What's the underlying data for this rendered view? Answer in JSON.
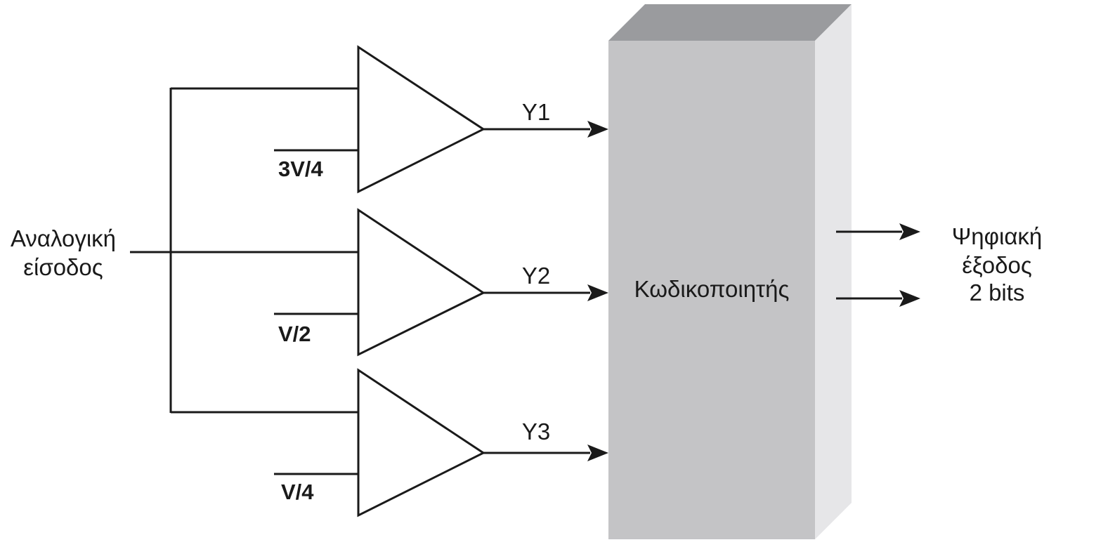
{
  "input": {
    "line1": "Αναλογική",
    "line2": "είσοδος"
  },
  "comparators": [
    {
      "reference": "3V/4",
      "output": "Y1"
    },
    {
      "reference": "V/2",
      "output": "Y2"
    },
    {
      "reference": "V/4",
      "output": "Y3"
    }
  ],
  "encoder": {
    "label": "Κωδικοποιητής"
  },
  "output": {
    "line1": "Ψηφιακή",
    "line2": "έξοδος",
    "line3": "2 bits"
  },
  "colors": {
    "box_front": "#c4c4c6",
    "box_top": "#9a9b9e",
    "box_side": "#e6e6e8",
    "line": "#1a1a1a"
  }
}
